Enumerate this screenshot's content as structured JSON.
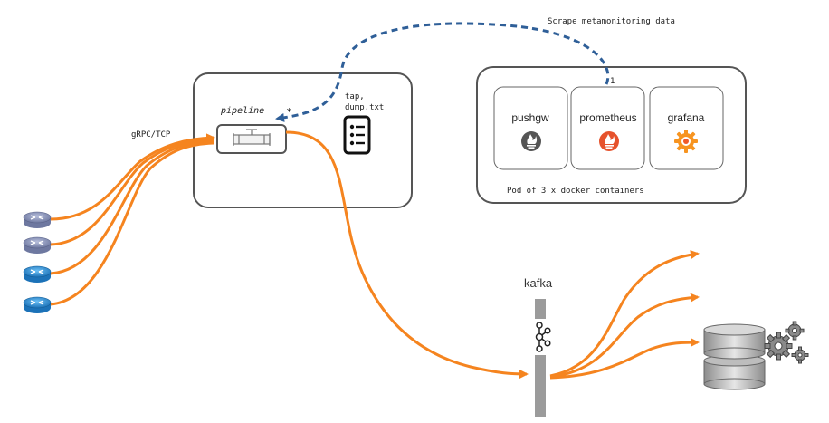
{
  "labels": {
    "scrape": "Scrape metamonitoring data",
    "scrape_count": "1",
    "grpc": "gRPC/TCP",
    "pipeline": "pipeline",
    "pipeline_star": "*",
    "tap_line1": "tap,",
    "tap_line2": "dump.txt",
    "pod_caption": "Pod of 3 x docker containers",
    "kafka": "kafka"
  },
  "containers": [
    {
      "name": "pushgw",
      "icon": "prometheus-icon-grey"
    },
    {
      "name": "prometheus",
      "icon": "prometheus-icon-orange"
    },
    {
      "name": "grafana",
      "icon": "grafana-icon"
    }
  ],
  "routers": [
    {
      "icon": "router-icon",
      "color": "#8a94b8"
    },
    {
      "icon": "router-icon",
      "color": "#8a94b8"
    },
    {
      "icon": "router-icon",
      "color": "#2f8fd6"
    },
    {
      "icon": "router-icon",
      "color": "#2f8fd6"
    }
  ],
  "colors": {
    "flow": "#f5841f",
    "scrape": "#2f5f98",
    "box_border": "#555555",
    "kafka_bar": "#9b9b9b"
  }
}
